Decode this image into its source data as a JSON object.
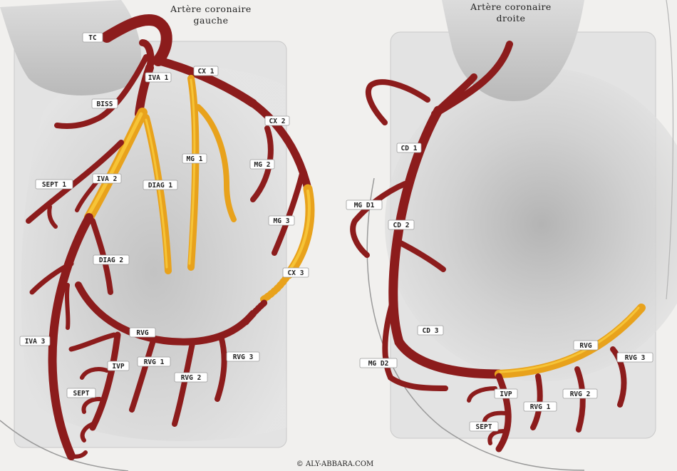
{
  "left_panel": {
    "title_line1": "Artère coronaire",
    "title_line2": "gauche",
    "labels": {
      "tc": "TC",
      "ivа1": "IVA 1",
      "cx1": "CX 1",
      "biss": "BISS",
      "cx2": "CX 2",
      "mg1": "MG 1",
      "mg2": "MG 2",
      "sept1": "SEPT 1",
      "iva2": "IVA 2",
      "diag1": "DIAG 1",
      "mg3": "MG 3",
      "diag2": "DIAG 2",
      "cx3": "CX 3",
      "rvg": "RVG",
      "iva3": "IVA 3",
      "ivp": "IVP",
      "rvg1": "RVG 1",
      "rvg3": "RVG 3",
      "rvg2": "RVG 2",
      "sept": "SEPT"
    }
  },
  "right_panel": {
    "title_line1": "Artère coronaire",
    "title_line2": "droite",
    "labels": {
      "cd1": "CD 1",
      "mgd1": "MG D1",
      "cd2": "CD 2",
      "cd3": "CD 3",
      "mgd2": "MG D2",
      "rvg": "RVG",
      "rvg3": "RVG 3",
      "ivp": "IVP",
      "rvg1": "RVG 1",
      "rvg2": "RVG 2",
      "sept": "SEPT"
    }
  },
  "footer": {
    "copyright": "© ALY-ABBARA.COM"
  },
  "colors": {
    "artery": "#8c1c1c",
    "artery_highlight": "#e8a21c",
    "background": "#f1f0ee"
  }
}
